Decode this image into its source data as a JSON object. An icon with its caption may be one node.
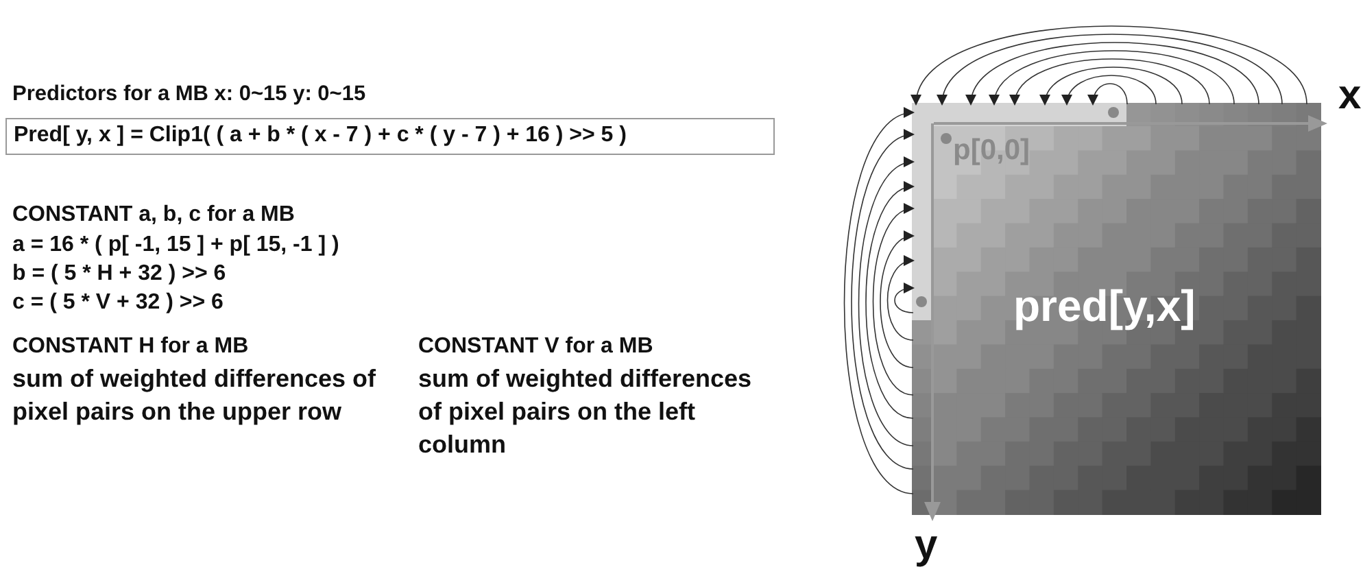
{
  "diagram": {
    "title": "Predictors for a MB x: 0~15 y: 0~15",
    "nodes": [
      {
        "text": [
          "Pred[ y, x ] = Clip1( ( a + b * ( x - 7 ) + c * ( y - 7 ) + 16 ) >> 5 )"
        ]
      }
    ],
    "labels": [
      "CONSTANT a, b, c for a MB",
      "a = 16 * ( p[ -1, 15 ] + p[ 15, -1 ] )",
      "b = ( 5 * H + 32 ) >> 6",
      "c = ( 5 * V + 32 ) >> 6",
      "CONSTANT H for a MB",
      "sum of weighted differences of pixel pairs on the upper row",
      "CONSTANT V for a MB",
      "sum of weighted differences of pixel pairs on the left column",
      "p[0,0]",
      "pred[y,x]",
      "x",
      "y"
    ]
  }
}
